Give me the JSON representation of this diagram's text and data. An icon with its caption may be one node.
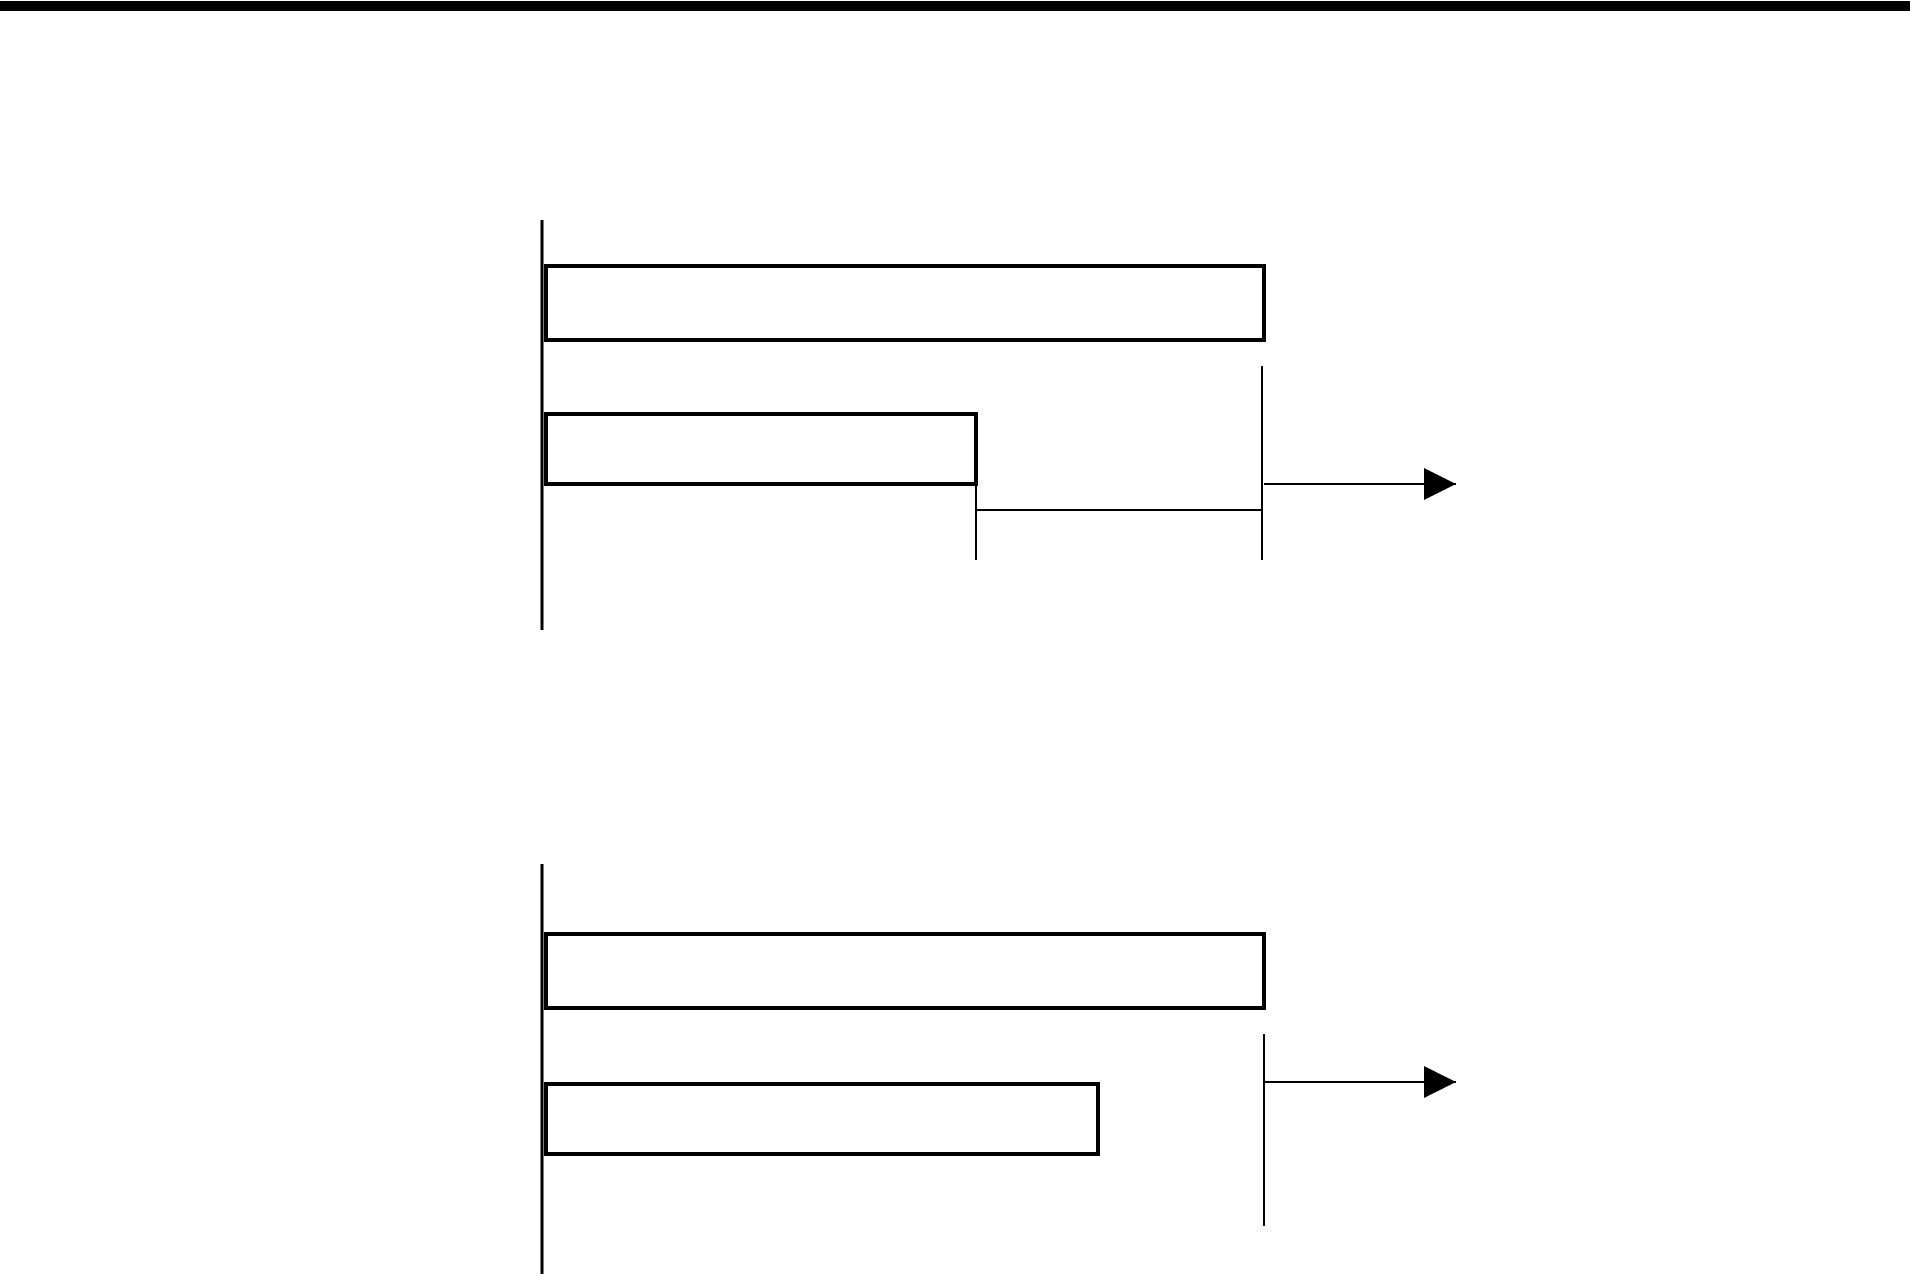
{
  "diagram": {
    "nodes": [
      {
        "text": [],
        "shape": "bar"
      },
      {
        "text": [],
        "shape": "bar"
      },
      {
        "text": [],
        "shape": "bar"
      },
      {
        "text": [],
        "shape": "bar"
      }
    ]
  }
}
